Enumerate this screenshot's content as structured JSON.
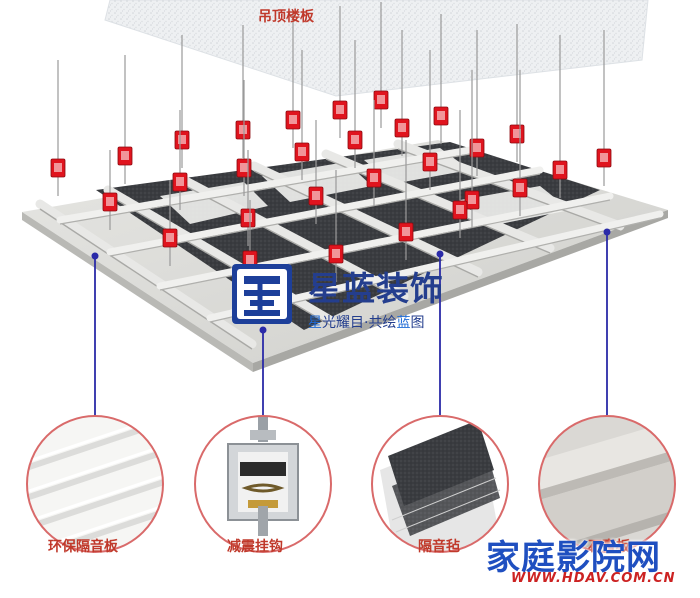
{
  "title": "吊顶楼板",
  "brand": {
    "name": "星蓝装饰",
    "slogan_parts": [
      "星",
      "光耀目·共绘",
      "蓝",
      "图"
    ]
  },
  "components": [
    {
      "label": "环保隔音板",
      "icon": "white-panel-icon"
    },
    {
      "label": "减震挂钩",
      "icon": "spring-hanger-icon"
    },
    {
      "label": "隔音毡",
      "icon": "acoustic-felt-icon"
    },
    {
      "label": "石膏板",
      "icon": "gypsum-board-icon"
    }
  ],
  "watermark": {
    "title": "家庭影院网",
    "url": "WWW.HDAV.COM.CN"
  },
  "colors": {
    "accent_red": "#c0392b",
    "hanger_red": "#e0141e",
    "brand_blue": "#243e8e",
    "leader_blue": "#2a2aa8",
    "circle_border": "#d96a6a"
  }
}
